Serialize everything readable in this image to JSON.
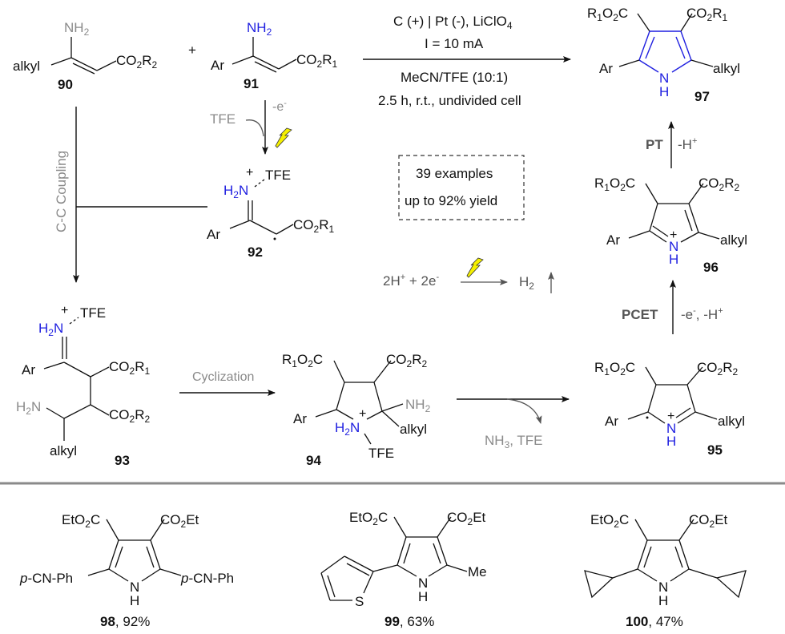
{
  "figure": {
    "type": "reaction-scheme",
    "title": "Electrochemical pyrrole synthesis mechanism"
  },
  "reactants": {
    "r90": {
      "id": "90",
      "nh2": "NH",
      "nh2_sub": "2",
      "left": "alkyl",
      "ester_pre": "CO",
      "ester_sub1": "2",
      "ester_r": "R",
      "ester_sub2": "2"
    },
    "plus": "+",
    "r91": {
      "id": "91",
      "nh2": "NH",
      "nh2_sub": "2",
      "left": "Ar",
      "ester_pre": "CO",
      "ester_sub1": "2",
      "ester_r": "R",
      "ester_sub2": "1"
    }
  },
  "conditions": {
    "line1": "C (+) | Pt (-), LiClO",
    "line1_sub": "4",
    "line2": "I = 10 mA",
    "line3": "MeCN/TFE (10:1)",
    "line4": "2.5 h, r.t., undivided cell"
  },
  "summary_box": {
    "line1": "39 examples",
    "line2": "up to 92% yield"
  },
  "steps": {
    "oxidation_reagent": "TFE",
    "oxidation_electron": "-e",
    "oxidation_electron_sup": "-",
    "cc_coupling": "C-C Coupling",
    "cyclization": "Cyclization",
    "elimination": "NH",
    "elimination_sub": "3",
    "elimination_tail": ", TFE",
    "pcet_label": "PCET",
    "pcet_detail": "-e",
    "pcet_detail_sup": "-",
    "pcet_detail_tail": ", -H",
    "pcet_detail_tail_sup": "+",
    "pt_label": "PT",
    "pt_detail": "-H",
    "pt_detail_sup": "+",
    "cathode_left": "2H",
    "cathode_sup1": "+",
    "cathode_mid": " + 2e",
    "cathode_sup2": "-",
    "cathode_product": "H",
    "cathode_product_sub": "2"
  },
  "intermediates": {
    "i92": {
      "id": "92",
      "tfe": "TFE",
      "ar": "Ar",
      "ester": "CO",
      "sub1": "2",
      "r": "R",
      "sub2": "1"
    },
    "i93": {
      "id": "93",
      "tfe": "TFE",
      "ar": "Ar",
      "amine": "N",
      "alkyl": "alkyl",
      "ester_top_r": "1",
      "ester_bot_r": "2"
    },
    "i94": {
      "id": "94",
      "ar": "Ar",
      "alkyl": "alkyl",
      "tfe": "TFE",
      "nh2": "NH",
      "nh2_sub": "2"
    },
    "i95": {
      "id": "95",
      "ar": "Ar",
      "alkyl": "alkyl"
    },
    "i96": {
      "id": "96",
      "ar": "Ar",
      "alkyl": "alkyl"
    }
  },
  "product": {
    "id": "97",
    "ar": "Ar",
    "alkyl": "alkyl"
  },
  "examples": [
    {
      "id": "98",
      "yield": ", 92%",
      "left_sub": "p",
      "left_rest": "-CN-Ph",
      "right_sub": "p",
      "right_rest": "-CN-Ph",
      "ester_left": "EtO",
      "ester_right_pre": "CO",
      "ester_right_post": "Et"
    },
    {
      "id": "99",
      "yield": ", 63%",
      "right": "Me",
      "het": "S",
      "ester_left": "EtO",
      "ester_right_pre": "CO",
      "ester_right_post": "Et"
    },
    {
      "id": "100",
      "yield": ", 47%",
      "ester_left": "EtO",
      "ester_right_pre": "CO",
      "ester_right_post": "Et"
    }
  ],
  "colors": {
    "nitrogen_highlight": "#1f1fe0",
    "muted_text": "#8a8a8a",
    "bolt_fill": "#f5f000",
    "divider": "#8a8a8a"
  }
}
